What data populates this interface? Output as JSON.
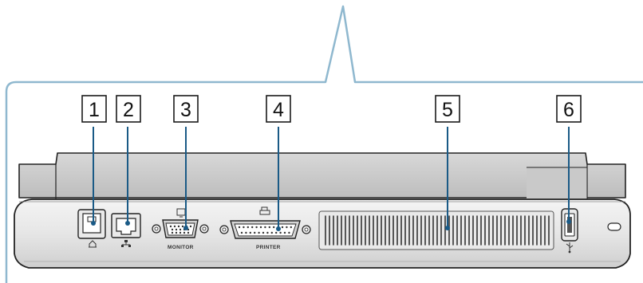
{
  "diagram": {
    "accent_color": "#8fb8cf",
    "leader_color": "#1a5a86",
    "callouts": [
      {
        "number": "1",
        "port": "modem-port"
      },
      {
        "number": "2",
        "port": "network-ethernet-port"
      },
      {
        "number": "3",
        "port": "monitor-vga-port"
      },
      {
        "number": "4",
        "port": "printer-parallel-port"
      },
      {
        "number": "5",
        "port": "air-vent"
      },
      {
        "number": "6",
        "port": "usb-port"
      }
    ],
    "port_labels": {
      "monitor": "MONITOR",
      "printer": "PRINTER"
    },
    "icons": [
      "phone-icon",
      "network-icon",
      "monitor-icon",
      "printer-icon",
      "usb-icon",
      "security-slot-icon"
    ]
  }
}
